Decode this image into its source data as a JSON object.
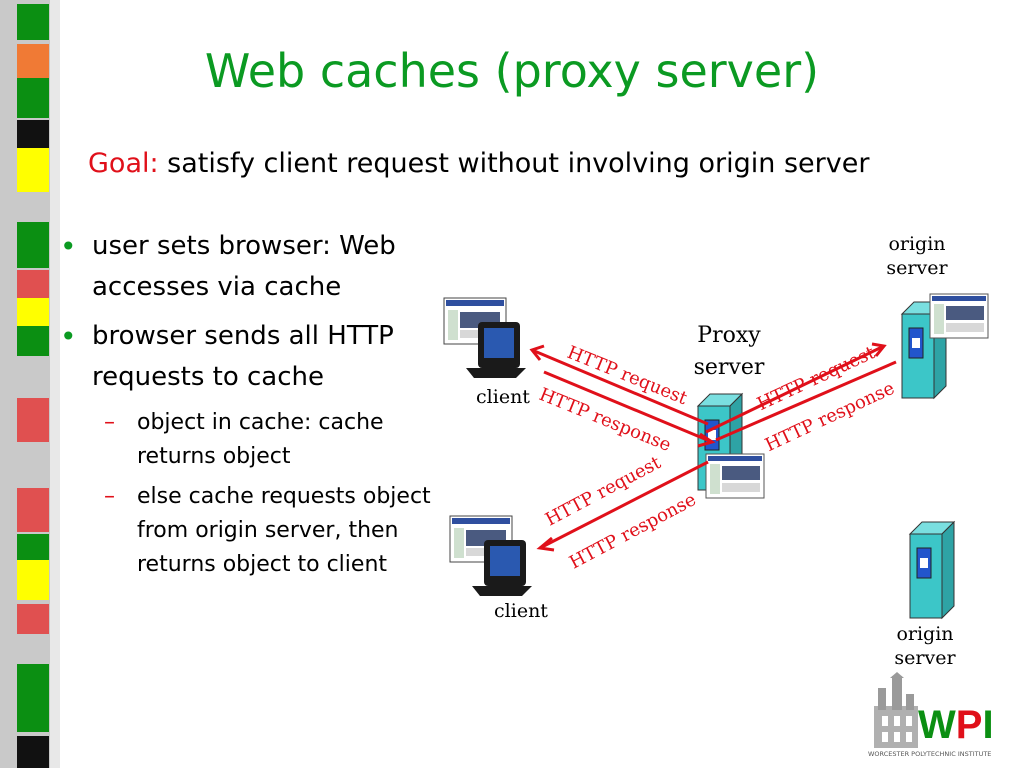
{
  "slide": {
    "title": "Web caches (proxy server)",
    "goal_label": "Goal:",
    "goal_text": " satisfy client request without involving origin server",
    "bullets": [
      {
        "text": "user sets browser: Web accesses via cache"
      },
      {
        "text": "browser sends all HTTP requests to cache"
      }
    ],
    "sub_bullets": [
      {
        "text": "object in cache: cache returns object"
      },
      {
        "text": "else cache requests object from origin server, then returns object to client"
      }
    ],
    "bullet_marker": "•",
    "sub_marker": "–"
  },
  "diagram": {
    "proxy_label_1": "Proxy",
    "proxy_label_2": "server",
    "client_label": "client",
    "origin_label_1": "origin",
    "origin_label_2": "server",
    "http_request": "HTTP request",
    "http_response": "HTTP response"
  },
  "logo": {
    "text": "WPI",
    "subtext": "WORCESTER POLYTECHNIC INSTITUTE"
  },
  "colors": {
    "title": "#0b9a22",
    "accent_red": "#e0101a",
    "server_teal": "#3cc6c8",
    "bullet_green": "#0b9a22"
  }
}
